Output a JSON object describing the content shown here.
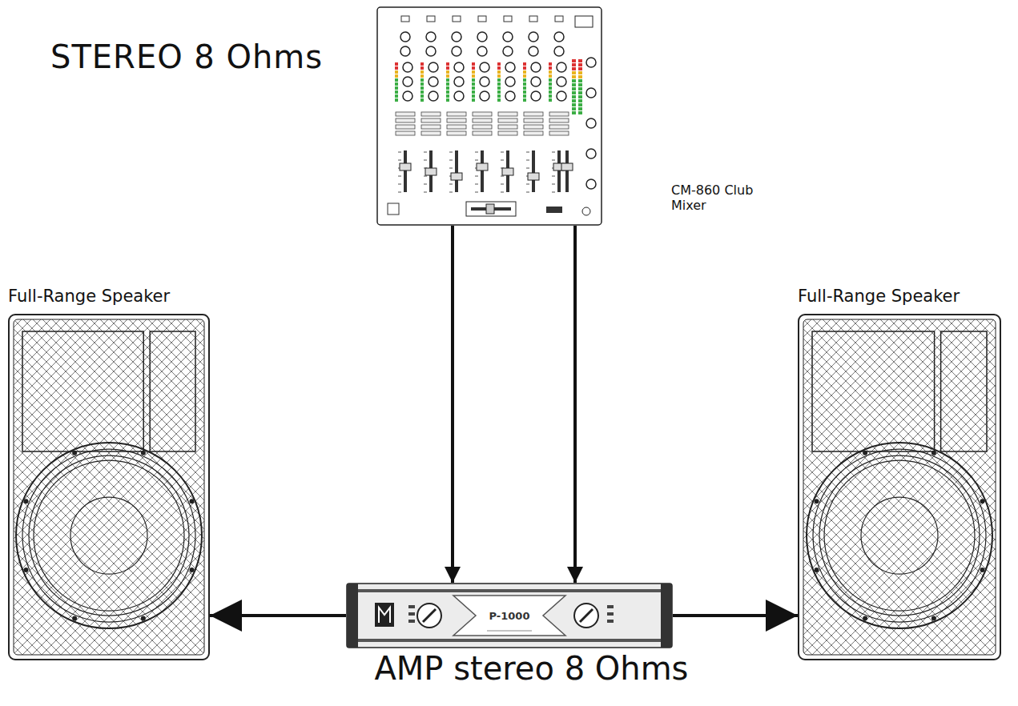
{
  "diagram": {
    "title": "STEREO 8 Ohms",
    "nodes": [
      {
        "text": [
          "CM-860 Club Mixer"
        ]
      },
      {
        "text": [
          "Full-Range Speaker"
        ]
      },
      {
        "text": [
          "Full-Range Speaker"
        ]
      },
      {
        "text": [
          "P-1000",
          "AMP stereo 8 Ohms"
        ]
      }
    ],
    "edges": [
      {
        "from": 0,
        "to": 3,
        "arrow": "to"
      },
      {
        "from": 0,
        "to": 3,
        "arrow": "to"
      },
      {
        "from": 3,
        "to": 1,
        "arrow": "to"
      },
      {
        "from": 3,
        "to": 2,
        "arrow": "to"
      }
    ]
  }
}
